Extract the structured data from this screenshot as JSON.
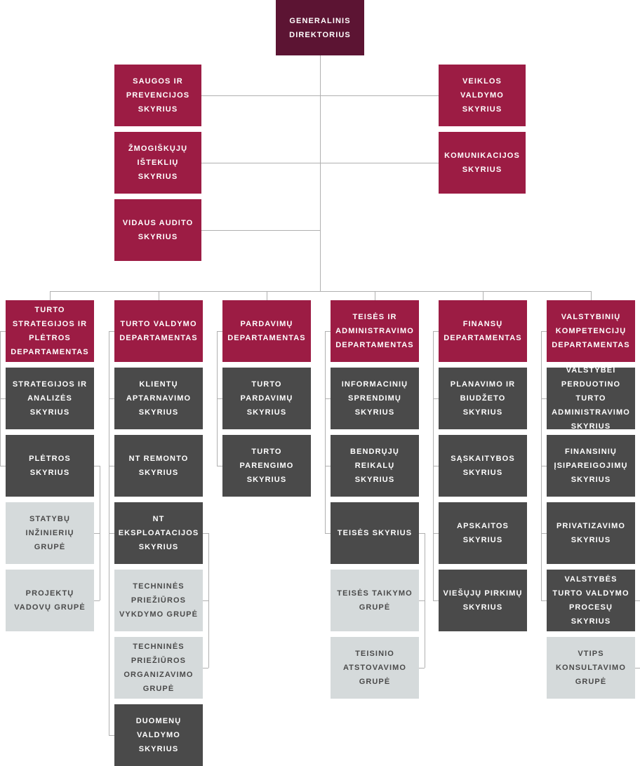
{
  "meta": {
    "title": "Organizacinė struktūra",
    "language": "lt"
  },
  "colors": {
    "ceo": "#5c1433",
    "department": "#9c1c44",
    "division": "#4a4a4a",
    "group": "#d5dadb",
    "connector": "#b0b0b0",
    "background": "#ffffff"
  },
  "ceo": {
    "label": "GENERALINIS DIREKTORIUS"
  },
  "staff_left": [
    {
      "label": "SAUGOS IR PREVENCIJOS SKYRIUS"
    },
    {
      "label": "ŽMOGIŠKŲJŲ IŠTEKLIŲ SKYRIUS"
    },
    {
      "label": "VIDAUS AUDITO SKYRIUS"
    }
  ],
  "staff_right": [
    {
      "label": "VEIKLOS VALDYMO SKYRIUS"
    },
    {
      "label": "KOMUNIKACIJOS SKYRIUS"
    }
  ],
  "departments": [
    {
      "label": "TURTO STRATEGIJOS IR PLĖTROS DEPARTAMENTAS",
      "divisions": [
        {
          "label": "STRATEGIJOS IR ANALIZĖS SKYRIUS",
          "groups": []
        },
        {
          "label": "PLĖTROS SKYRIUS",
          "groups": [
            {
              "label": "STATYBŲ INŽINIERIŲ GRUPĖ"
            },
            {
              "label": "PROJEKTŲ VADOVŲ GRUPĖ"
            }
          ]
        }
      ]
    },
    {
      "label": "TURTO VALDYMO DEPARTAMENTAS",
      "divisions": [
        {
          "label": "KLIENTŲ APTARNAVIMO SKYRIUS",
          "groups": []
        },
        {
          "label": "NT REMONTO SKYRIUS",
          "groups": []
        },
        {
          "label": "NT EKSPLOATACIJOS SKYRIUS",
          "groups": [
            {
              "label": "TECHNINĖS PRIEŽIŪROS VYKDYMO GRUPĖ"
            },
            {
              "label": "TECHNINĖS PRIEŽIŪROS ORGANIZAVIMO GRUPĖ"
            }
          ]
        },
        {
          "label": "DUOMENŲ VALDYMO SKYRIUS",
          "groups": []
        }
      ]
    },
    {
      "label": "PARDAVIMŲ DEPARTAMENTAS",
      "divisions": [
        {
          "label": "TURTO PARDAVIMŲ SKYRIUS",
          "groups": []
        },
        {
          "label": "TURTO PARENGIMO SKYRIUS",
          "groups": []
        }
      ]
    },
    {
      "label": "TEISĖS IR ADMINISTRAVIMO DEPARTAMENTAS",
      "divisions": [
        {
          "label": "INFORMACINIŲ SPRENDIMŲ SKYRIUS",
          "groups": []
        },
        {
          "label": "BENDRŲJŲ REIKALŲ SKYRIUS",
          "groups": []
        },
        {
          "label": "TEISĖS SKYRIUS",
          "groups": [
            {
              "label": "TEISĖS TAIKYMO GRUPĖ"
            },
            {
              "label": "TEISINIO ATSTOVAVIMO GRUPĖ"
            }
          ]
        }
      ]
    },
    {
      "label": "FINANSŲ DEPARTAMENTAS",
      "divisions": [
        {
          "label": "PLANAVIMO IR BIUDŽETO SKYRIUS",
          "groups": []
        },
        {
          "label": "SĄSKAITYBOS SKYRIUS",
          "groups": []
        },
        {
          "label": "APSKAITOS SKYRIUS",
          "groups": []
        },
        {
          "label": "VIEŠŲJŲ PIRKIMŲ SKYRIUS",
          "groups": []
        }
      ]
    },
    {
      "label": "VALSTYBINIŲ KOMPETENCIJŲ DEPARTAMENTAS",
      "divisions": [
        {
          "label": "VALSTYBEI PERDUOTINO TURTO ADMINISTRAVIMO SKYRIUS",
          "groups": []
        },
        {
          "label": "FINANSINIŲ ĮSIPAREIGOJIMŲ SKYRIUS",
          "groups": []
        },
        {
          "label": "PRIVATIZAVIMO SKYRIUS",
          "groups": []
        },
        {
          "label": "VALSTYBĖS TURTO VALDYMO PROCESŲ SKYRIUS",
          "groups": [
            {
              "label": "VTIPS KONSULTAVIMO GRUPĖ"
            }
          ]
        }
      ]
    }
  ]
}
